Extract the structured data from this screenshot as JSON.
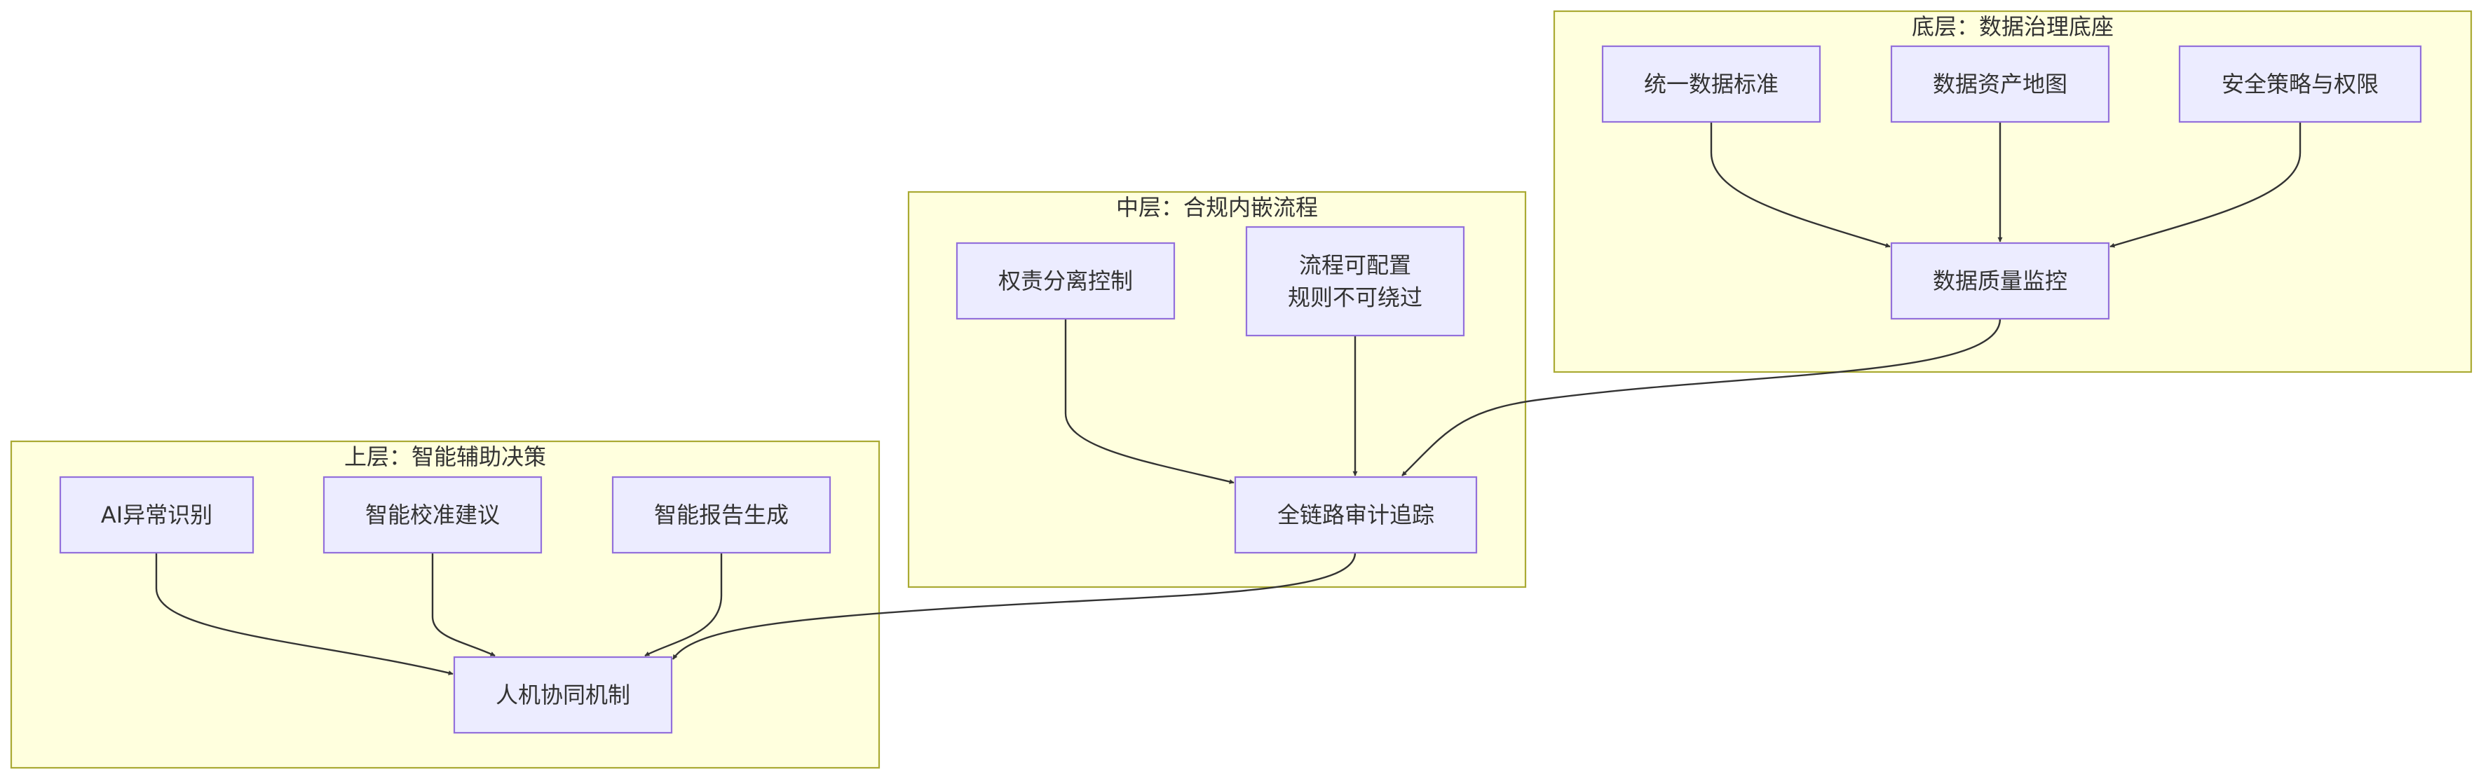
{
  "clusters": [
    {
      "id": "bottom",
      "title": "底层：数据治理底座"
    },
    {
      "id": "middle",
      "title": "中层：合规内嵌流程"
    },
    {
      "id": "top",
      "title": "上层：智能辅助决策"
    }
  ],
  "nodes": [
    {
      "id": "std",
      "cluster": "bottom",
      "lines": [
        "统一数据标准"
      ]
    },
    {
      "id": "asset",
      "cluster": "bottom",
      "lines": [
        "数据资产地图"
      ]
    },
    {
      "id": "sec",
      "cluster": "bottom",
      "lines": [
        "安全策略与权限"
      ]
    },
    {
      "id": "quality",
      "cluster": "bottom",
      "lines": [
        "数据质量监控"
      ]
    },
    {
      "id": "sod",
      "cluster": "middle",
      "lines": [
        "权责分离控制"
      ]
    },
    {
      "id": "flow",
      "cluster": "middle",
      "lines": [
        "流程可配置",
        "规则不可绕过"
      ]
    },
    {
      "id": "audit",
      "cluster": "middle",
      "lines": [
        "全链路审计追踪"
      ]
    },
    {
      "id": "ai",
      "cluster": "top",
      "lines": [
        "AI异常识别"
      ]
    },
    {
      "id": "calib",
      "cluster": "top",
      "lines": [
        "智能校准建议"
      ]
    },
    {
      "id": "report",
      "cluster": "top",
      "lines": [
        "智能报告生成"
      ]
    },
    {
      "id": "human",
      "cluster": "top",
      "lines": [
        "人机协同机制"
      ]
    }
  ],
  "edges": [
    {
      "from": "std",
      "to": "quality"
    },
    {
      "from": "asset",
      "to": "quality"
    },
    {
      "from": "sec",
      "to": "quality"
    },
    {
      "from": "sod",
      "to": "audit"
    },
    {
      "from": "flow",
      "to": "audit"
    },
    {
      "from": "quality",
      "to": "audit"
    },
    {
      "from": "ai",
      "to": "human"
    },
    {
      "from": "calib",
      "to": "human"
    },
    {
      "from": "report",
      "to": "human"
    },
    {
      "from": "audit",
      "to": "human"
    }
  ],
  "colors": {
    "cluster_fill": "#ffffde",
    "cluster_stroke": "#aaaa33",
    "node_fill": "#ececff",
    "node_stroke": "#9370db",
    "edge": "#333333",
    "text": "#333333"
  }
}
